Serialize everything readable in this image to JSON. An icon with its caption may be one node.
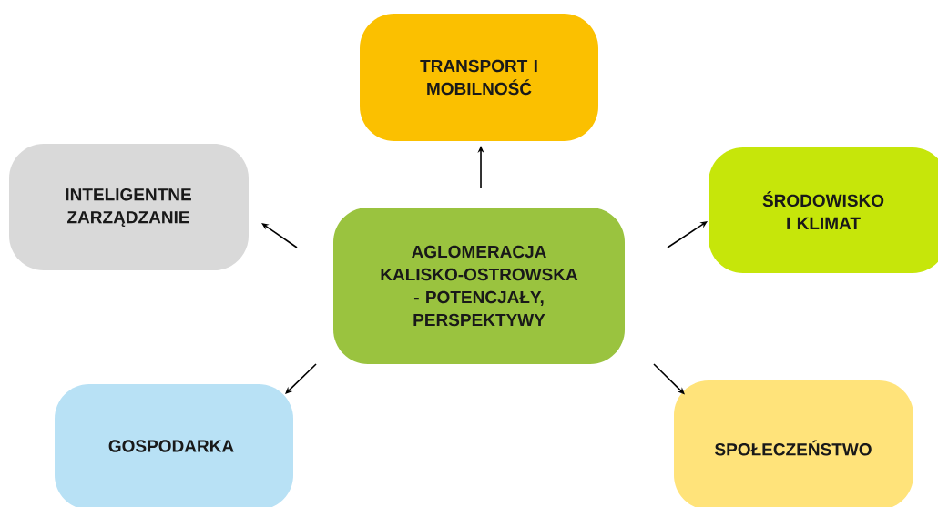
{
  "diagram": {
    "nodes": [
      {
        "text": [
          "TRANSPORT I MOBILNOŚĆ"
        ]
      },
      {
        "text": [
          "INTELIGENTNE ZARZĄDZANIE"
        ]
      },
      {
        "text": [
          "AGLOMERACJA KALISKO-OSTROWSKA - POTENCJAŁY, PERSPEKTYWY"
        ]
      },
      {
        "text": [
          "ŚRODOWISKO I KLIMAT"
        ]
      },
      {
        "text": [
          "GOSPODARKA"
        ]
      },
      {
        "text": [
          "SPOŁECZEŃSTWO"
        ]
      }
    ],
    "edges": [
      {
        "from": 2,
        "to": 0,
        "arrow": "to"
      },
      {
        "from": 2,
        "to": 1,
        "arrow": "to"
      },
      {
        "from": 2,
        "to": 3,
        "arrow": "to"
      },
      {
        "from": 2,
        "to": 4,
        "arrow": "to"
      },
      {
        "from": 2,
        "to": 5,
        "arrow": "to"
      }
    ]
  }
}
